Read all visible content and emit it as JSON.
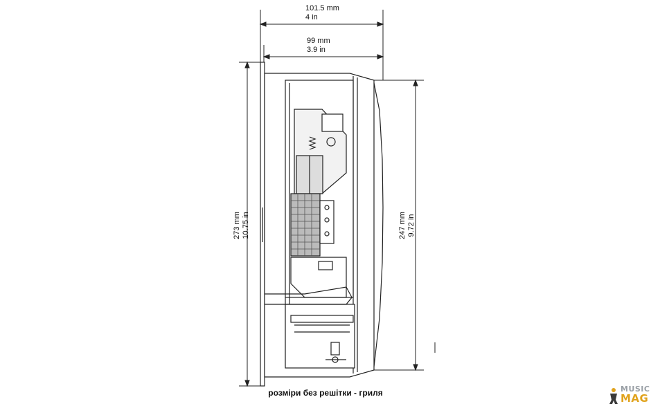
{
  "dimensions": {
    "top_outer": {
      "mm": "101.5 mm",
      "in": "4 in"
    },
    "top_inner": {
      "mm": "99 mm",
      "in": "3.9 in"
    },
    "left_height": {
      "mm": "273 mm",
      "in": "10.75 in"
    },
    "right_height": {
      "mm": "247 mm",
      "in": "9.72 in"
    }
  },
  "caption": "розміри без решітки - гриля",
  "logo": {
    "line1": "MUSIC",
    "line2": "MAG"
  },
  "icons": {
    "logo_mark": "music-figure-icon"
  },
  "colors": {
    "line": "#222222",
    "accent": "#e0a21c",
    "logo_gray": "#9aa0a6"
  }
}
